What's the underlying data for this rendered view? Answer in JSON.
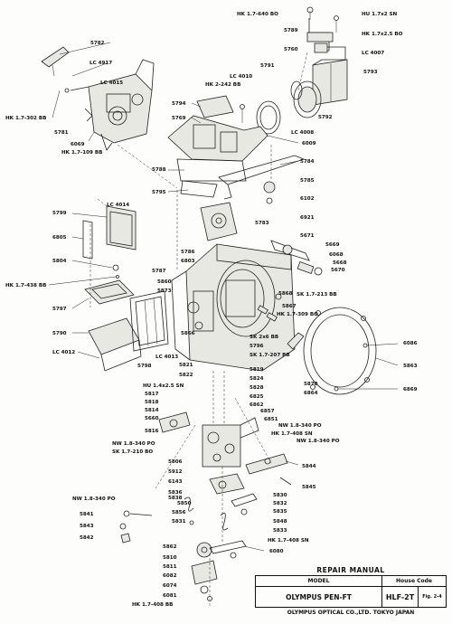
{
  "labels": [
    {
      "id": "hk17640bo",
      "text": "HK 1.7-640 BO"
    },
    {
      "id": "hu17x2sn",
      "text": "HU 1.7x2 SN"
    },
    {
      "id": "p5789",
      "text": "5789"
    },
    {
      "id": "hk17x25bo",
      "text": "HK 1.7x2.5 BO"
    },
    {
      "id": "p5782",
      "text": "5782"
    },
    {
      "id": "p5760",
      "text": "5760"
    },
    {
      "id": "lc4007",
      "text": "LC 4007"
    },
    {
      "id": "lc4917",
      "text": "LC 4917"
    },
    {
      "id": "p5791",
      "text": "5791"
    },
    {
      "id": "lc4010",
      "text": "LC 4010"
    },
    {
      "id": "p5793",
      "text": "5793"
    },
    {
      "id": "lc4015",
      "text": "LC 4015"
    },
    {
      "id": "hk2242bb",
      "text": "HK 2-242 BB"
    },
    {
      "id": "p5794",
      "text": "5794"
    },
    {
      "id": "p5792",
      "text": "5792"
    },
    {
      "id": "hk17302bb",
      "text": "HK 1.7-302 BB"
    },
    {
      "id": "p5769",
      "text": "5769"
    },
    {
      "id": "lc4008",
      "text": "LC 4008"
    },
    {
      "id": "p5781",
      "text": "5781"
    },
    {
      "id": "p6069",
      "text": "6069"
    },
    {
      "id": "hk17109bb",
      "text": "HK 1.7-109 BB"
    },
    {
      "id": "p6009",
      "text": "6009"
    },
    {
      "id": "p5784",
      "text": "5784"
    },
    {
      "id": "p5788",
      "text": "5788"
    },
    {
      "id": "p5785",
      "text": "5785"
    },
    {
      "id": "p5795",
      "text": "5795"
    },
    {
      "id": "p6102",
      "text": "6102"
    },
    {
      "id": "lc4014",
      "text": "LC 4014"
    },
    {
      "id": "p5799",
      "text": "5799"
    },
    {
      "id": "p6921",
      "text": "6921"
    },
    {
      "id": "p5783",
      "text": "5783"
    },
    {
      "id": "p6805",
      "text": "6805"
    },
    {
      "id": "p5671",
      "text": "5671"
    },
    {
      "id": "p5669",
      "text": "5669"
    },
    {
      "id": "p5786",
      "text": "5786"
    },
    {
      "id": "p6068",
      "text": "6068"
    },
    {
      "id": "p5804",
      "text": "5804"
    },
    {
      "id": "p6803",
      "text": "6803"
    },
    {
      "id": "p5668",
      "text": "5668"
    },
    {
      "id": "p5670",
      "text": "5670"
    },
    {
      "id": "p5787",
      "text": "5787"
    },
    {
      "id": "hk17438bb",
      "text": "HK 1.7-438 BB"
    },
    {
      "id": "p5860",
      "text": "5860"
    },
    {
      "id": "sk17213bb",
      "text": "SK 1.7-213 BB"
    },
    {
      "id": "p5873",
      "text": "5873"
    },
    {
      "id": "p5868",
      "text": "5868"
    },
    {
      "id": "p5797",
      "text": "5797"
    },
    {
      "id": "p5867",
      "text": "5867"
    },
    {
      "id": "hk17309bo",
      "text": "HK 1.7-309 BO"
    },
    {
      "id": "p5790",
      "text": "5790"
    },
    {
      "id": "p5866",
      "text": "5866"
    },
    {
      "id": "sk2x6bb",
      "text": "SK 2x6 BB"
    },
    {
      "id": "p6086",
      "text": "6086"
    },
    {
      "id": "lc4012",
      "text": "LC 4012"
    },
    {
      "id": "p5796",
      "text": "5796"
    },
    {
      "id": "lc4013",
      "text": "LC 4013"
    },
    {
      "id": "sk17207bb",
      "text": "SK 1.7-207 BB"
    },
    {
      "id": "p5798",
      "text": "5798"
    },
    {
      "id": "p5821",
      "text": "5821"
    },
    {
      "id": "p5819",
      "text": "5819"
    },
    {
      "id": "p5863",
      "text": "5863"
    },
    {
      "id": "p5822",
      "text": "5822"
    },
    {
      "id": "p5824",
      "text": "5824"
    },
    {
      "id": "p5870",
      "text": "5870"
    },
    {
      "id": "hu14x25sn",
      "text": "HU 1.4x2.5 SN"
    },
    {
      "id": "p5828",
      "text": "5828"
    },
    {
      "id": "p6869",
      "text": "6869"
    },
    {
      "id": "p5817",
      "text": "5817"
    },
    {
      "id": "p6864",
      "text": "6864"
    },
    {
      "id": "p6825",
      "text": "6825"
    },
    {
      "id": "p5818",
      "text": "5818"
    },
    {
      "id": "p6862",
      "text": "6862"
    },
    {
      "id": "p5814",
      "text": "5814"
    },
    {
      "id": "p6857",
      "text": "6857"
    },
    {
      "id": "p5660",
      "text": "5660"
    },
    {
      "id": "p6851",
      "text": "6851"
    },
    {
      "id": "nw18340po_a",
      "text": "NW 1.8-340 PO"
    },
    {
      "id": "hk17408sn_a",
      "text": "HK 1.7-408 SN"
    },
    {
      "id": "p5816",
      "text": "5816"
    },
    {
      "id": "nw18340po_b",
      "text": "NW 1.8-340 PO"
    },
    {
      "id": "nw18340po_c",
      "text": "NW 1.8-340 PO"
    },
    {
      "id": "sk17210bo",
      "text": "SK 1.7-210 BO"
    },
    {
      "id": "p5806",
      "text": "5806"
    },
    {
      "id": "p5844",
      "text": "5844"
    },
    {
      "id": "p5912",
      "text": "5912"
    },
    {
      "id": "p6143",
      "text": "6143"
    },
    {
      "id": "p5836",
      "text": "5836"
    },
    {
      "id": "p5845",
      "text": "5845"
    },
    {
      "id": "p5838",
      "text": "5838"
    },
    {
      "id": "p5830",
      "text": "5830"
    },
    {
      "id": "nw18340po_d",
      "text": "NW 1.8-340 PO"
    },
    {
      "id": "p5850",
      "text": "5850"
    },
    {
      "id": "p5832",
      "text": "5832"
    },
    {
      "id": "p5856",
      "text": "5856"
    },
    {
      "id": "p5835",
      "text": "5835"
    },
    {
      "id": "p5841",
      "text": "5841"
    },
    {
      "id": "p5831",
      "text": "5831"
    },
    {
      "id": "p5848",
      "text": "5848"
    },
    {
      "id": "p5843",
      "text": "5843"
    },
    {
      "id": "p5833",
      "text": "5833"
    },
    {
      "id": "p5842",
      "text": "5842"
    },
    {
      "id": "hk17408sn_b",
      "text": "HK 1.7-408 SN"
    },
    {
      "id": "p5862",
      "text": "5862"
    },
    {
      "id": "p6080",
      "text": "6080"
    },
    {
      "id": "p5810",
      "text": "5810"
    },
    {
      "id": "p5811",
      "text": "5811"
    },
    {
      "id": "p6082",
      "text": "6082"
    },
    {
      "id": "p6074",
      "text": "6074"
    },
    {
      "id": "p6081",
      "text": "6081"
    },
    {
      "id": "hk17408bb",
      "text": "HK 1.7-408 BB"
    }
  ],
  "title_block": {
    "heading": "REPAIR MANUAL",
    "model_header": "MODEL",
    "house_code_header": "House Code",
    "model_value": "OLYMPUS  PEN-FT",
    "house_code_value": "HLF-2T",
    "fig": "Fig. 2-4",
    "company": "OLYMPUS OPTICAL CO.,LTD. TOKYO JAPAN"
  }
}
